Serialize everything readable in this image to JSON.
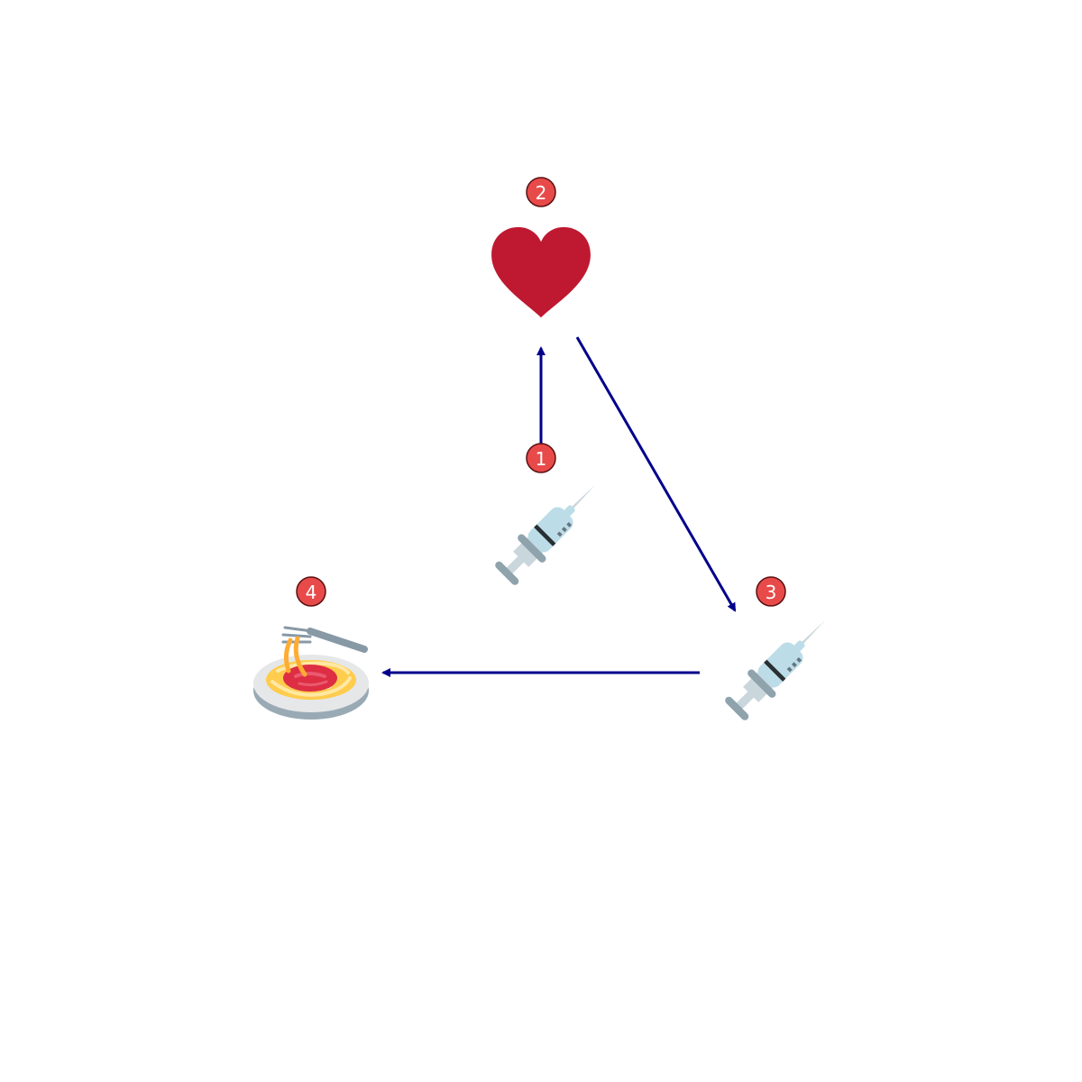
{
  "diagram": {
    "colors": {
      "edge": "#00008b",
      "badge_fill": "#e84a4a",
      "heart": "#be1931",
      "syringe_barrel": "#bcdde8",
      "syringe_body": "#c9d6dc",
      "syringe_grip": "#8fa3ad",
      "plate": "#e6e7e8",
      "pasta": "#ffcc4d",
      "sauce": "#dd2e44"
    },
    "nodes": [
      {
        "id": "n1",
        "badge": "1",
        "icon": "syringe-icon"
      },
      {
        "id": "n2",
        "badge": "2",
        "icon": "heart-icon"
      },
      {
        "id": "n3",
        "badge": "3",
        "icon": "syringe-icon"
      },
      {
        "id": "n4",
        "badge": "4",
        "icon": "spaghetti-icon"
      }
    ],
    "edges": [
      {
        "from": "n1",
        "to": "n2"
      },
      {
        "from": "n2",
        "to": "n3"
      },
      {
        "from": "n3",
        "to": "n4"
      }
    ]
  }
}
